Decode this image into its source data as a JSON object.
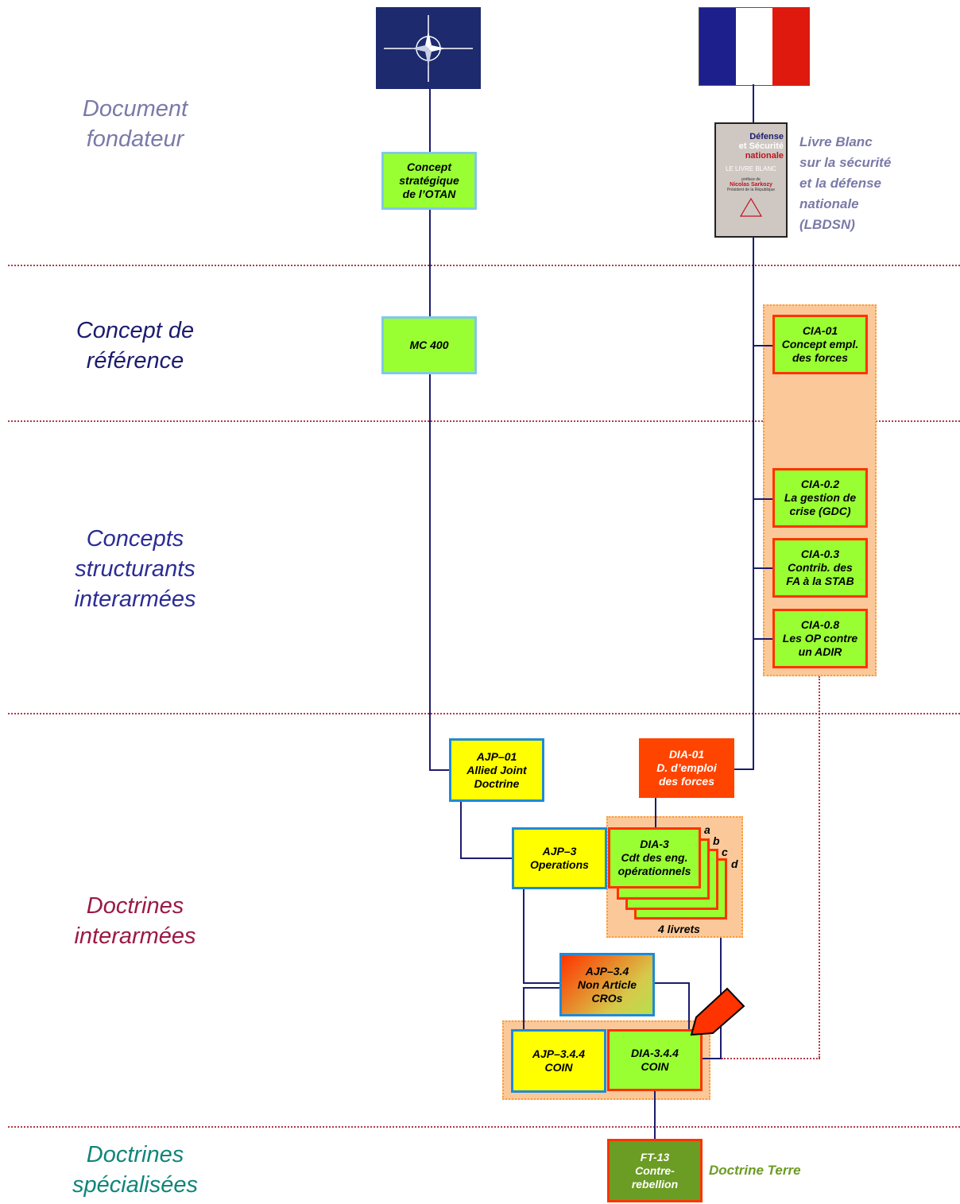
{
  "levels": {
    "doc_fondateur": "Document\nfondateur",
    "concept_ref": "Concept de\nréférence",
    "concepts_struct": "Concepts\nstructurants\ninterarmées",
    "doctrines_inter": "Doctrines\ninterarmées",
    "doctrines_spec": "Doctrines\nspécialisées"
  },
  "colors": {
    "level1": "#7a7aa8",
    "level2": "#1c1c6e",
    "level3": "#2c2c96",
    "level4": "#9b1a44",
    "level5": "#10857a"
  },
  "book": {
    "line1": "Défense",
    "line2": "et Sécurité",
    "line3": "nationale",
    "line4": "LE LIVRE BLANC",
    "line5": "préface de",
    "line6": "Nicolas Sarkozy",
    "line7": "Président de la République"
  },
  "livre_blanc_caption": "Livre Blanc\nsur la sécurité\net la défense\nnationale\n(LBDSN)",
  "boxes": {
    "concept_otan": "Concept\nstratégique\nde l’OTAN",
    "mc400": "MC 400",
    "cia01": "CIA-01\nConcept empl.\ndes forces",
    "cia02": "CIA-0.2\nLa gestion de\ncrise (GDC)",
    "cia03": "CIA-0.3\nContrib. des\nFA à la STAB",
    "cia08": "CIA-0.8\nLes OP contre\nun ADIR",
    "ajp01": "AJP–01\nAllied Joint\nDoctrine",
    "dia01": "DIA-01\nD. d’emploi\ndes forces",
    "ajp3": "AJP–3\nOperations",
    "dia3": "DIA-3\nCdt des eng.\nopérationnels",
    "ajp34": "AJP–3.4\nNon Article\nCROs",
    "ajp344": "AJP–3.4.4\nCOIN",
    "dia344": "DIA-3.4.4\nCOIN",
    "ft13": "FT-13\nContre-\nrebellion"
  },
  "stack_letters": {
    "a": "a",
    "b": "b",
    "c": "c",
    "d": "d"
  },
  "livrets_caption": "4 livrets",
  "doctrine_terre": "Doctrine Terre"
}
